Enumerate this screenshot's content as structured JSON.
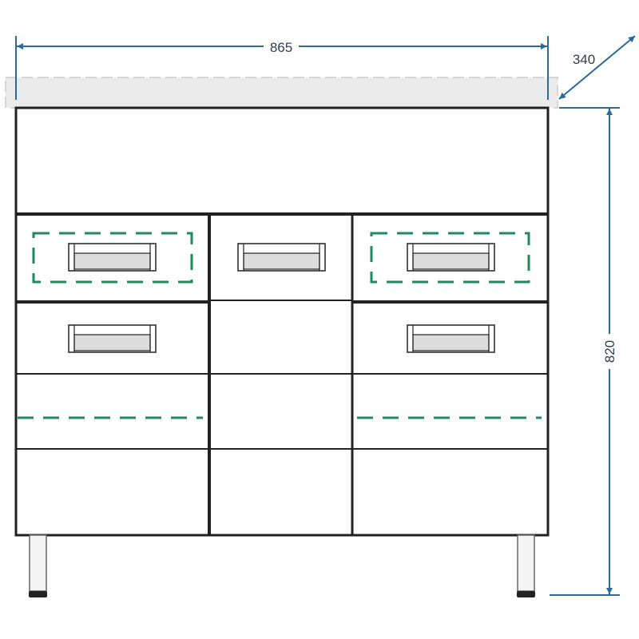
{
  "dimensions": {
    "width_label": "865",
    "depth_label": "340",
    "height_label": "820"
  },
  "colors": {
    "dimension": "#2b6a9e",
    "outline": "#222222",
    "countertop": "#ebebeb",
    "hidden_edge": "#1f8a5a",
    "handle_fill": "#dcdcdc"
  }
}
